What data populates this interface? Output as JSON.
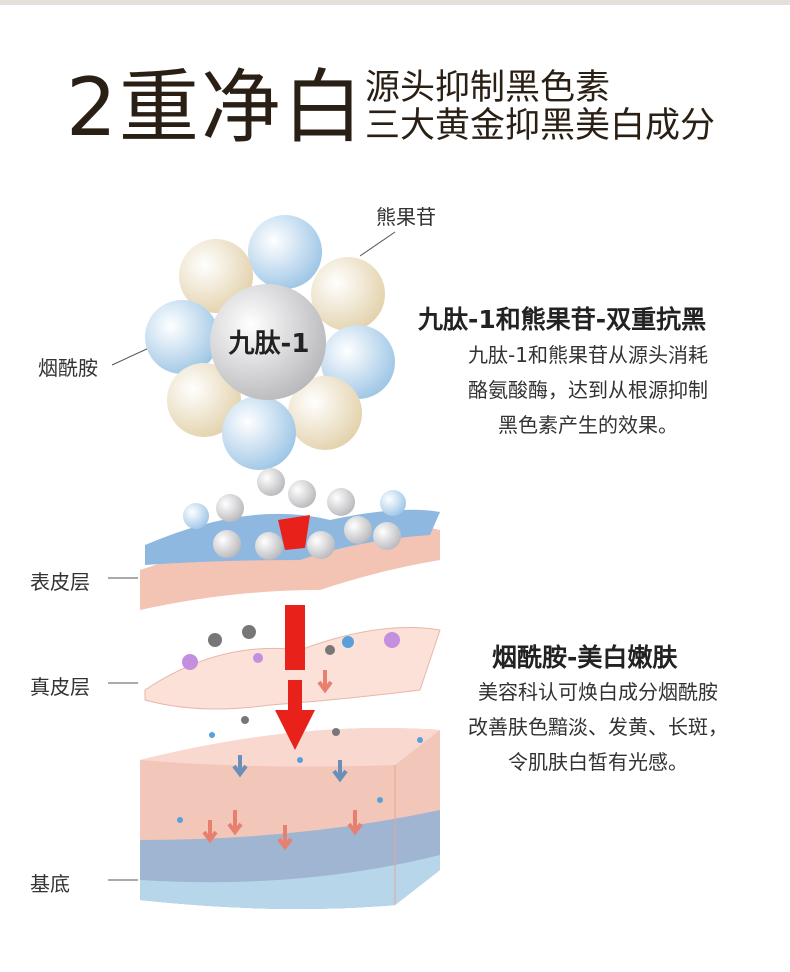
{
  "header": {
    "title": "2重净白",
    "subtitle_line1": "源头抑制黑色素",
    "subtitle_line2": "三大黄金抑黑美白成分"
  },
  "molecule": {
    "label_top": "熊果苷",
    "label_left": "烟酰胺",
    "center": "九肽-1"
  },
  "section1": {
    "heading": "九肽-1和熊果苷-双重抗黑",
    "lines": [
      "九肽-1和熊果苷从源头消耗",
      "酪氨酸酶，达到从根源抑制",
      "黑色素产生的效果。"
    ]
  },
  "section2": {
    "heading": "烟酰胺-美白嫩肤",
    "lines": [
      "美容科认可焕白成分烟酰胺",
      "改善肤色黯淡、发黄、长斑，",
      "令肌肤白皙有光感。"
    ]
  },
  "layers": {
    "epidermis": "表皮层",
    "dermis": "真皮层",
    "base": "基底"
  },
  "colors": {
    "blue_ball": "#bcd8ee",
    "beige_ball": "#efe3c8",
    "arrow": "#e8211b",
    "skin": "#f4c9bd"
  }
}
